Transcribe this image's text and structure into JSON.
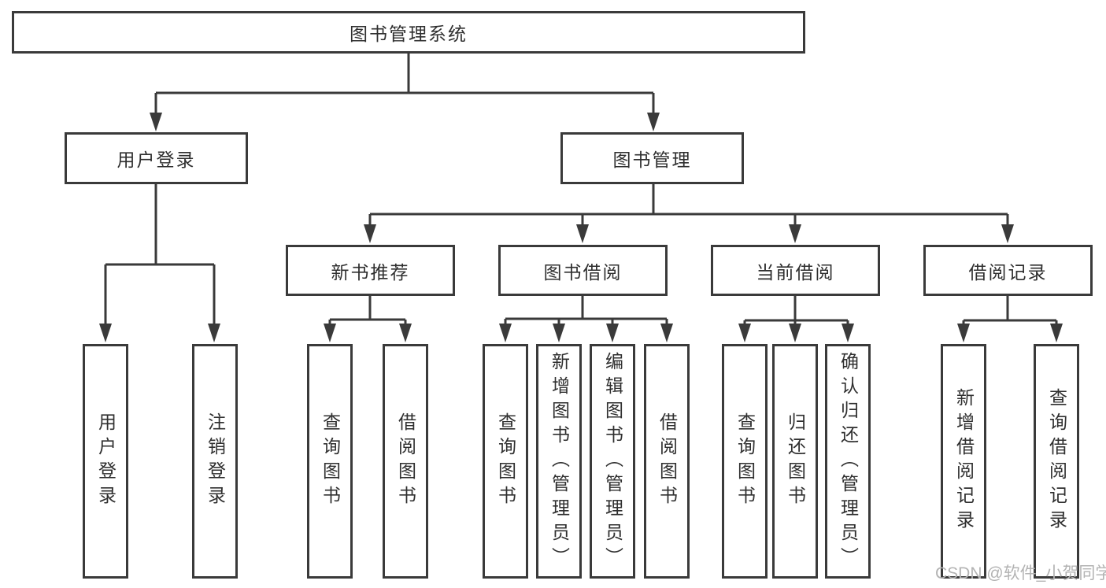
{
  "diagram": {
    "root": {
      "label": "图书管理系统"
    },
    "level2": [
      {
        "label": "用户登录"
      },
      {
        "label": "图书管理"
      }
    ],
    "level3": [
      {
        "label": "新书推荐"
      },
      {
        "label": "图书借阅"
      },
      {
        "label": "当前借阅"
      },
      {
        "label": "借阅记录"
      }
    ],
    "leaves": {
      "user_login": [
        "用户登录",
        "注销登录"
      ],
      "new_book": [
        "查询图书",
        "借阅图书"
      ],
      "book_borrow": [
        "查询图书",
        "新增图书（管理员）",
        "编辑图书（管理员）",
        "借阅图书"
      ],
      "current_borrow": [
        "查询图书",
        "归还图书",
        "确认归还（管理员）"
      ],
      "borrow_record": [
        "新增借阅记录",
        "查询借阅记录"
      ]
    }
  },
  "watermark": "CSDN @软件_小贺同学",
  "colors": {
    "line": "#3a3a3a",
    "box_background": "#ffffff",
    "text": "#2f2f2f",
    "watermark": "#b3b3b3"
  }
}
